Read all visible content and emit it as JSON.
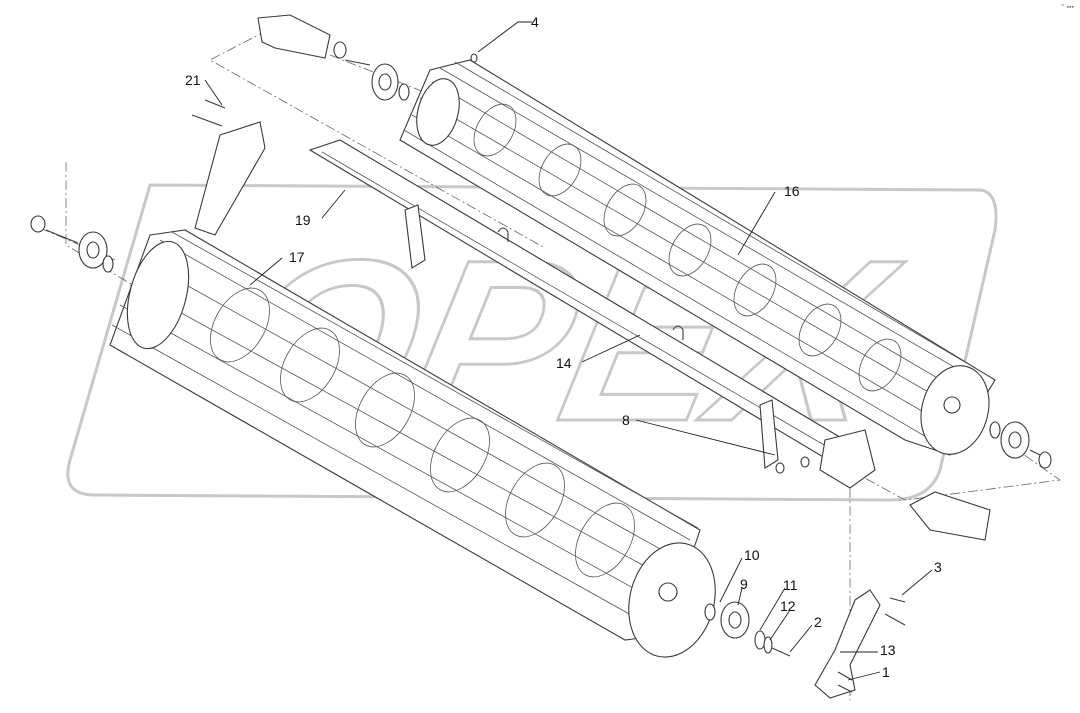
{
  "callouts": [
    "4",
    "21",
    "19",
    "16",
    "17",
    "14",
    "8",
    "10",
    "9",
    "11",
    "12",
    "2",
    "3",
    "13",
    "1"
  ],
  "watermark": {
    "text": "OPEX"
  },
  "corner_mark": "ⁱ° ▪▪▪"
}
